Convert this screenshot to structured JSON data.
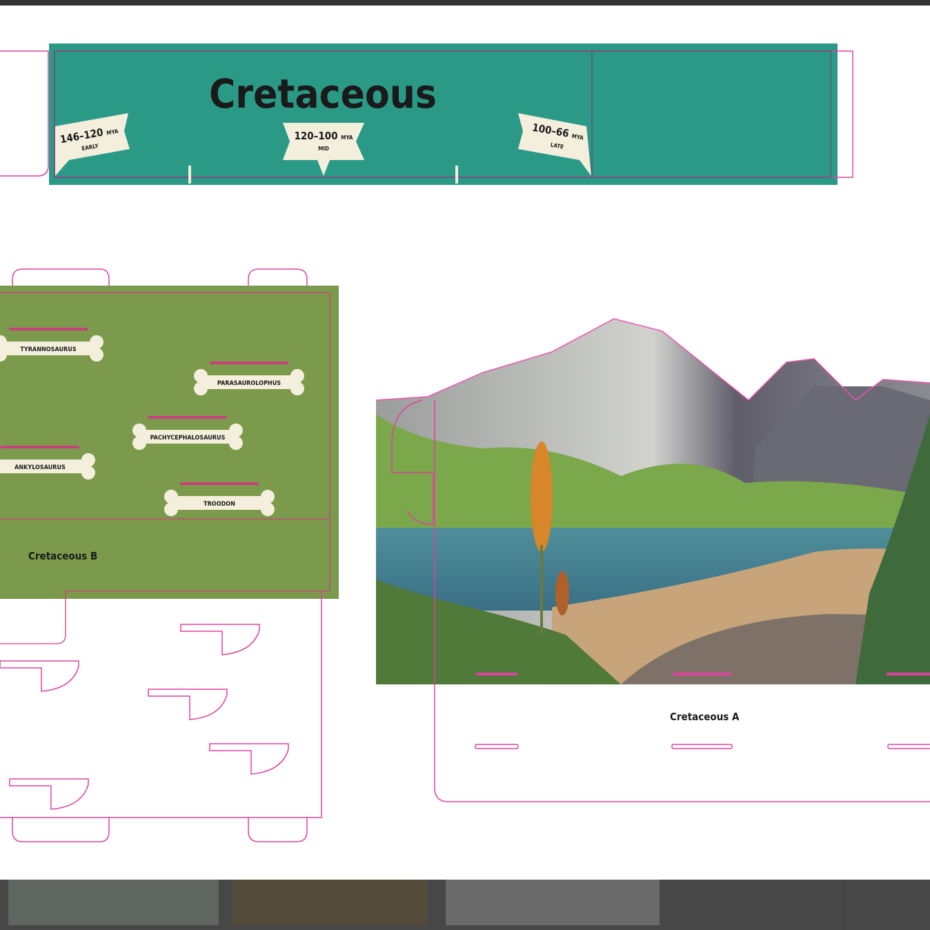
{
  "band": {
    "title": "Cretaceous",
    "periods": [
      {
        "range": "146–120",
        "unit": "MYA",
        "label": "EARLY"
      },
      {
        "range": "120–100",
        "unit": "MYA",
        "label": "MID"
      },
      {
        "range": "100–66",
        "unit": "MYA",
        "label": "LATE"
      }
    ]
  },
  "panel_b": {
    "label": "Cretaceous B",
    "bones": [
      "TYRANNOSAURUS",
      "PARASAUROLOPHUS",
      "PACHYCEPHALOSAURUS",
      "ANKYLOSAURUS",
      "TROODON"
    ]
  },
  "panel_a": {
    "label": "Cretaceous A"
  },
  "colors": {
    "teal": "#2a9a87",
    "green": "#7b9a4b",
    "cutline": "#e040a0",
    "bone": "#f4efdc"
  }
}
